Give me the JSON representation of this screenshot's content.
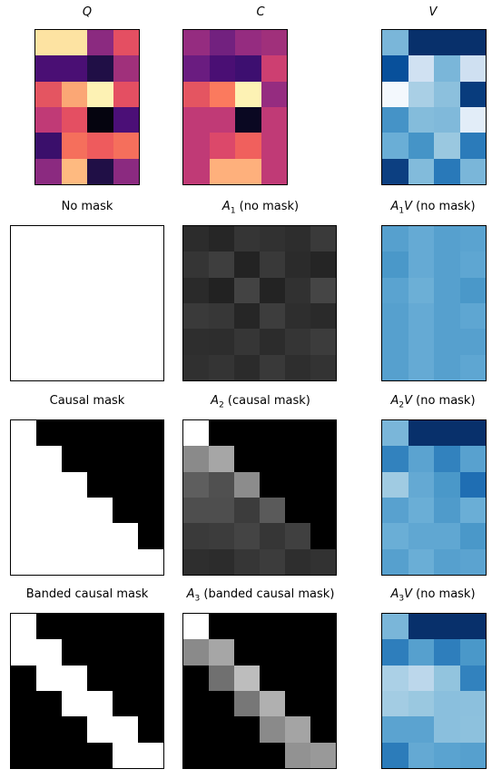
{
  "rows": [
    {
      "panels": [
        {
          "key": "Q",
          "title": "Q",
          "italic": true,
          "cols": 4,
          "rows": 6,
          "cells": [
            "#fde3a2",
            "#fde3a2",
            "#8b2a80",
            "#e44f62",
            "#4a0f74",
            "#4a0f74",
            "#200f46",
            "#a0307b",
            "#e45561",
            "#fba775",
            "#fdf2b4",
            "#e44f62",
            "#c03a76",
            "#e44f62",
            "#05040f",
            "#4b0f77",
            "#3a0f6b",
            "#f56f5c",
            "#ee5b5d",
            "#f56f5c",
            "#8b2a80",
            "#feba80",
            "#200f46",
            "#8b2a80"
          ]
        },
        {
          "key": "C",
          "title": "C",
          "italic": true,
          "cols": 4,
          "rows": 6,
          "cells": [
            "#952c80",
            "#72217f",
            "#952c80",
            "#a0307b",
            "#6a1c80",
            "#4a0f74",
            "#3d0f70",
            "#cd3f71",
            "#e45561",
            "#fb7a5e",
            "#fdf2b4",
            "#952c80",
            "#c03a76",
            "#c03a76",
            "#0a0822",
            "#c03a76",
            "#c03a76",
            "#dc486a",
            "#f0605d",
            "#c03a76",
            "#c03a76",
            "#feb07c",
            "#feb07c",
            "#c03a76"
          ]
        },
        {
          "key": "V",
          "title": "V",
          "italic": true,
          "cols": 4,
          "rows": 6,
          "cells": [
            "#7ab6d9",
            "#08306b",
            "#08306b",
            "#08306b",
            "#08509b",
            "#d0e1f2",
            "#7ab6d9",
            "#cfe0f1",
            "#f3f8fd",
            "#a9cfe5",
            "#8cc0dd",
            "#083c7d",
            "#4593c7",
            "#84bcdb",
            "#80b9da",
            "#e2edf8",
            "#6aaed6",
            "#4594c7",
            "#9ac8e0",
            "#2b7bba",
            "#0c3f81",
            "#82bbdb",
            "#2979b9",
            "#7ab6d9"
          ]
        }
      ]
    },
    {
      "panels": [
        {
          "key": "nomask",
          "title": "No mask",
          "italic": false,
          "cols": 6,
          "rows": 6,
          "cells": [
            "#ffffff",
            "#ffffff",
            "#ffffff",
            "#ffffff",
            "#ffffff",
            "#ffffff",
            "#ffffff",
            "#ffffff",
            "#ffffff",
            "#ffffff",
            "#ffffff",
            "#ffffff",
            "#ffffff",
            "#ffffff",
            "#ffffff",
            "#ffffff",
            "#ffffff",
            "#ffffff",
            "#ffffff",
            "#ffffff",
            "#ffffff",
            "#ffffff",
            "#ffffff",
            "#ffffff",
            "#ffffff",
            "#ffffff",
            "#ffffff",
            "#ffffff",
            "#ffffff",
            "#ffffff",
            "#ffffff",
            "#ffffff",
            "#ffffff",
            "#ffffff",
            "#ffffff",
            "#ffffff"
          ]
        },
        {
          "key": "A1",
          "title": "A1 (no mask)",
          "italic": false,
          "cols": 6,
          "rows": 6,
          "cells": [
            "#2c2c2c",
            "#262626",
            "#353535",
            "#313131",
            "#2d2d2d",
            "#3a3a3a",
            "#353535",
            "#3e3e3e",
            "#232323",
            "#393939",
            "#2b2b2b",
            "#252525",
            "#2a2a2a",
            "#222222",
            "#434343",
            "#232323",
            "#313131",
            "#454545",
            "#3a3a3a",
            "#373737",
            "#262626",
            "#3d3d3d",
            "#2e2e2e",
            "#2a2a2a",
            "#2e2e2e",
            "#2d2d2d",
            "#363636",
            "#2c2c2c",
            "#353535",
            "#3c3c3c",
            "#303030",
            "#343434",
            "#2b2b2b",
            "#393939",
            "#2e2e2e",
            "#333333"
          ]
        },
        {
          "key": "A1V",
          "title": "A1V (no mask)",
          "italic": false,
          "cols": 4,
          "rows": 6,
          "cells": [
            "#56a0ce",
            "#65aad4",
            "#56a0ce",
            "#5aa3d0",
            "#4a98c9",
            "#65aad4",
            "#56a0ce",
            "#5ea6d2",
            "#5aa3d0",
            "#6cafd6",
            "#56a0ce",
            "#4a98c9",
            "#56a0ce",
            "#65aad4",
            "#56a0ce",
            "#5ea6d2",
            "#56a0ce",
            "#65aad4",
            "#56a0ce",
            "#56a0ce",
            "#56a0ce",
            "#65aad4",
            "#56a0ce",
            "#5ea6d2"
          ]
        }
      ]
    },
    {
      "panels": [
        {
          "key": "causal",
          "title": "Causal mask",
          "italic": false,
          "cols": 6,
          "rows": 6,
          "cells": [
            "#ffffff",
            "#000000",
            "#000000",
            "#000000",
            "#000000",
            "#000000",
            "#ffffff",
            "#ffffff",
            "#000000",
            "#000000",
            "#000000",
            "#000000",
            "#ffffff",
            "#ffffff",
            "#ffffff",
            "#000000",
            "#000000",
            "#000000",
            "#ffffff",
            "#ffffff",
            "#ffffff",
            "#ffffff",
            "#000000",
            "#000000",
            "#ffffff",
            "#ffffff",
            "#ffffff",
            "#ffffff",
            "#ffffff",
            "#000000",
            "#ffffff",
            "#ffffff",
            "#ffffff",
            "#ffffff",
            "#ffffff",
            "#ffffff"
          ]
        },
        {
          "key": "A2",
          "title": "A2 (causal mask)",
          "italic": false,
          "cols": 6,
          "rows": 6,
          "cells": [
            "#ffffff",
            "#000000",
            "#000000",
            "#000000",
            "#000000",
            "#000000",
            "#8a8a8a",
            "#a6a6a6",
            "#000000",
            "#000000",
            "#000000",
            "#000000",
            "#5e5e5e",
            "#505050",
            "#8c8c8c",
            "#000000",
            "#000000",
            "#000000",
            "#4e4e4e",
            "#4e4e4e",
            "#3c3c3c",
            "#5a5a5a",
            "#000000",
            "#000000",
            "#3a3a3a",
            "#3c3c3c",
            "#444444",
            "#363636",
            "#404040",
            "#000000",
            "#2e2e2e",
            "#2c2c2c",
            "#363636",
            "#3c3c3c",
            "#2e2e2e",
            "#323232"
          ]
        },
        {
          "key": "A2V",
          "title": "A2V (no mask)",
          "italic": false,
          "cols": 4,
          "rows": 6,
          "cells": [
            "#7ab6d9",
            "#08306b",
            "#08306b",
            "#08306b",
            "#3282be",
            "#5ba3d0",
            "#3282be",
            "#58a1cf",
            "#a0cbe2",
            "#64a9d3",
            "#4a98c9",
            "#1f6eb3",
            "#58a1cf",
            "#6aaed6",
            "#4f9bcb",
            "#6aaed6",
            "#6aaed6",
            "#60a7d2",
            "#60a7d2",
            "#4a98c9",
            "#56a0ce",
            "#6aaed6",
            "#56a0ce",
            "#5ba3d0"
          ]
        }
      ]
    },
    {
      "panels": [
        {
          "key": "banded",
          "title": "Banded causal mask",
          "italic": false,
          "cols": 6,
          "rows": 6,
          "cells": [
            "#ffffff",
            "#000000",
            "#000000",
            "#000000",
            "#000000",
            "#000000",
            "#ffffff",
            "#ffffff",
            "#000000",
            "#000000",
            "#000000",
            "#000000",
            "#000000",
            "#ffffff",
            "#ffffff",
            "#000000",
            "#000000",
            "#000000",
            "#000000",
            "#000000",
            "#ffffff",
            "#ffffff",
            "#000000",
            "#000000",
            "#000000",
            "#000000",
            "#000000",
            "#ffffff",
            "#ffffff",
            "#000000",
            "#000000",
            "#000000",
            "#000000",
            "#000000",
            "#ffffff",
            "#ffffff"
          ]
        },
        {
          "key": "A3",
          "title": "A3 (banded causal mask)",
          "italic": false,
          "cols": 6,
          "rows": 6,
          "cells": [
            "#ffffff",
            "#000000",
            "#000000",
            "#000000",
            "#000000",
            "#000000",
            "#8a8a8a",
            "#a6a6a6",
            "#000000",
            "#000000",
            "#000000",
            "#000000",
            "#000000",
            "#707070",
            "#bdbdbd",
            "#000000",
            "#000000",
            "#000000",
            "#000000",
            "#000000",
            "#777777",
            "#b0b0b0",
            "#000000",
            "#000000",
            "#000000",
            "#000000",
            "#000000",
            "#8a8a8a",
            "#a4a4a4",
            "#000000",
            "#000000",
            "#000000",
            "#000000",
            "#000000",
            "#929292",
            "#999999"
          ]
        },
        {
          "key": "A3V",
          "title": "A3V (no mask)",
          "italic": false,
          "cols": 4,
          "rows": 6,
          "cells": [
            "#7ab6d9",
            "#08306b",
            "#08306b",
            "#08306b",
            "#2e7ebc",
            "#56a0ce",
            "#2e7ebc",
            "#4a98c9",
            "#abd0e6",
            "#bcd7eb",
            "#92c4de",
            "#3282be",
            "#a3cce3",
            "#9ac8e0",
            "#8abfdd",
            "#8cc0dd",
            "#5ba3d0",
            "#5ba3d0",
            "#8abfdd",
            "#8dc1dd",
            "#2c7cba",
            "#64a9d3",
            "#5aa3d0",
            "#56a0ce"
          ]
        }
      ]
    }
  ]
}
